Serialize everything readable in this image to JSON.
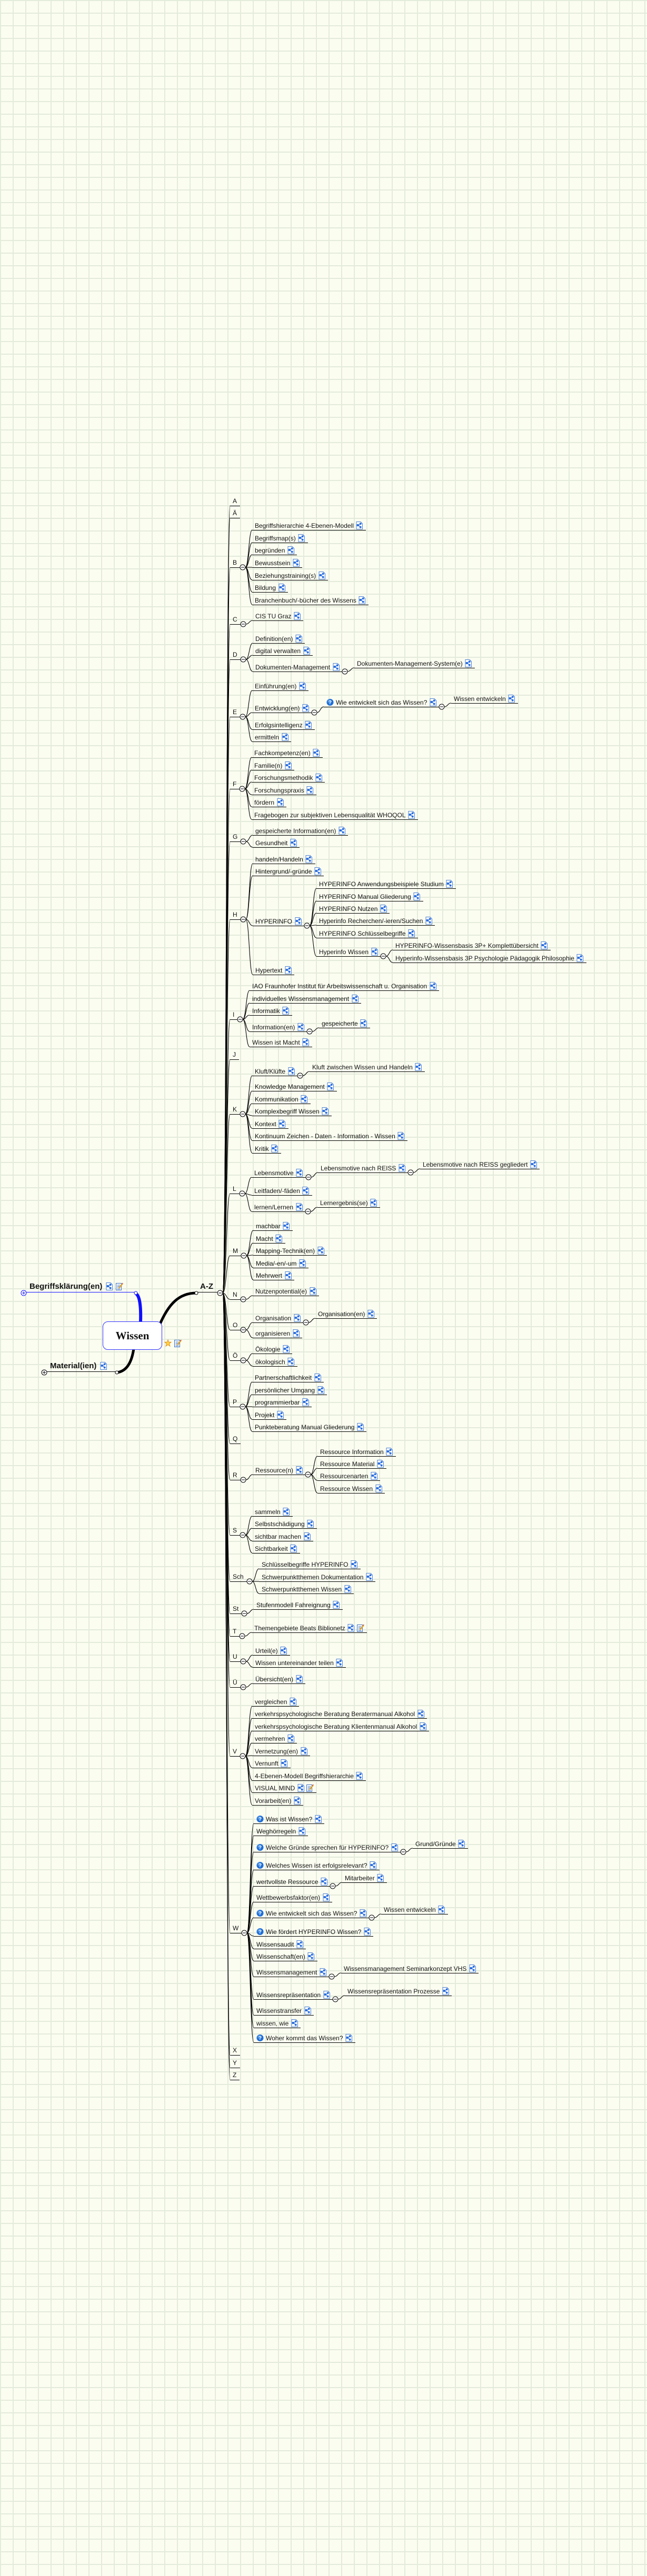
{
  "root": {
    "label": "Wissen",
    "icons": [
      "star-icon",
      "note-icon"
    ]
  },
  "branches": {
    "begriffsklaerung": {
      "label": "Begriffsklärung(en)",
      "icons": [
        "map-link-icon",
        "note-icon"
      ],
      "state": "collapsed"
    },
    "material": {
      "label": "Material(ien)",
      "icons": [
        "map-link-icon"
      ],
      "state": "collapsed"
    },
    "az": {
      "label": "A-Z",
      "state": "expanded"
    }
  },
  "az": [
    {
      "letter": "A",
      "children": []
    },
    {
      "letter": "Ä",
      "children": []
    },
    {
      "letter": "B",
      "children": [
        {
          "label": "Begriffshierarchie 4-Ebenen-Modell"
        },
        {
          "label": "Begriffsmap(s)"
        },
        {
          "label": "begründen"
        },
        {
          "label": "Bewusstsein"
        },
        {
          "label": "Beziehungstraining(s)"
        },
        {
          "label": "Bildung"
        },
        {
          "label": "Branchenbuch/-bücher des Wissens"
        }
      ]
    },
    {
      "letter": "C",
      "children": [
        {
          "label": "CIS TU Graz"
        }
      ]
    },
    {
      "letter": "D",
      "children": [
        {
          "label": "Definition(en)"
        },
        {
          "label": "digital verwalten"
        },
        {
          "label": "Dokumenten-Management",
          "children": [
            {
              "label": "Dokumenten-Management-System(e)"
            }
          ]
        }
      ]
    },
    {
      "letter": "E",
      "children": [
        {
          "label": "Einführung(en)"
        },
        {
          "label": "Entwicklung(en)",
          "children": [
            {
              "label": "Wie entwickelt sich das Wissen?",
              "question": true,
              "children": [
                {
                  "label": "Wissen entwickeln"
                }
              ]
            }
          ]
        },
        {
          "label": "Erfolgsintelligenz"
        },
        {
          "label": "ermitteln"
        }
      ]
    },
    {
      "letter": "F",
      "children": [
        {
          "label": "Fachkompetenz(en)"
        },
        {
          "label": "Familie(n)"
        },
        {
          "label": "Forschungsmethodik"
        },
        {
          "label": "Forschungspraxis"
        },
        {
          "label": "fördern"
        },
        {
          "label": "Fragebogen zur subjektiven Lebensqualität WHOQOL"
        }
      ]
    },
    {
      "letter": "G",
      "children": [
        {
          "label": "gespeicherte Information(en)"
        },
        {
          "label": "Gesundheit"
        }
      ]
    },
    {
      "letter": "H",
      "children": [
        {
          "label": "handeln/Handeln"
        },
        {
          "label": "Hintergrund/-gründe"
        },
        {
          "label": "HYPERINFO",
          "children": [
            {
              "label": "HYPERINFO Anwendungsbeispiele Studium"
            },
            {
              "label": "HYPERINFO Manual Gliederung"
            },
            {
              "label": "HYPERINFO Nutzen"
            },
            {
              "label": "Hyperinfo Recherchen/-ieren/Suchen"
            },
            {
              "label": "HYPERINFO Schlüsselbegriffe"
            },
            {
              "label": "Hyperinfo Wissen",
              "children": [
                {
                  "label": "HYPERINFO-Wissensbasis 3P+ Komplettübersicht"
                },
                {
                  "label": "Hyperinfo-Wissensbasis 3P Psychologie Pädagogik Philosophie"
                }
              ]
            }
          ]
        },
        {
          "label": "Hypertext"
        }
      ]
    },
    {
      "letter": "I",
      "children": [
        {
          "label": "IAO Fraunhofer Institut für Arbeitswissenschaft u. Organisation"
        },
        {
          "label": "individuelles Wissensmanagement"
        },
        {
          "label": "Informatik"
        },
        {
          "label": "Information(en)",
          "children": [
            {
              "label": "gespeicherte"
            }
          ]
        },
        {
          "label": "Wissen ist Macht"
        }
      ]
    },
    {
      "letter": "J",
      "children": []
    },
    {
      "letter": "K",
      "children": [
        {
          "label": "Kluft/Klüfte",
          "children": [
            {
              "label": "Kluft zwischen Wissen und Handeln"
            }
          ]
        },
        {
          "label": "Knowledge Management"
        },
        {
          "label": "Kommunikation"
        },
        {
          "label": "Komplexbegriff Wissen"
        },
        {
          "label": "Kontext"
        },
        {
          "label": "Kontinuum Zeichen - Daten - Information - Wissen"
        },
        {
          "label": "Kritik"
        }
      ]
    },
    {
      "letter": "L",
      "children": [
        {
          "label": "Lebensmotive",
          "children": [
            {
              "label": "Lebensmotive nach REISS",
              "children": [
                {
                  "label": "Lebensmotive nach REISS gegliedert"
                }
              ]
            }
          ]
        },
        {
          "label": "Leitfaden/-fäden"
        },
        {
          "label": "lernen/Lernen",
          "children": [
            {
              "label": "Lernergebnis(se)"
            }
          ]
        }
      ]
    },
    {
      "letter": "M",
      "children": [
        {
          "label": "machbar"
        },
        {
          "label": "Macht"
        },
        {
          "label": "Mapping-Technik(en)"
        },
        {
          "label": "Media/-en/-um"
        },
        {
          "label": "Mehrwert"
        }
      ]
    },
    {
      "letter": "N",
      "children": [
        {
          "label": "Nutzenpotential(e)"
        }
      ]
    },
    {
      "letter": "O",
      "children": [
        {
          "label": "Organisation",
          "children": [
            {
              "label": "Organisation(en)"
            }
          ]
        },
        {
          "label": "organisieren"
        }
      ]
    },
    {
      "letter": "Ö",
      "children": [
        {
          "label": "Ökologie"
        },
        {
          "label": "ökologisch"
        }
      ]
    },
    {
      "letter": "P",
      "children": [
        {
          "label": "Partnerschaftlichkeit"
        },
        {
          "label": "persönlicher Umgang"
        },
        {
          "label": "programmierbar"
        },
        {
          "label": "Projekt"
        },
        {
          "label": "Punkteberatung Manual Gliederung"
        }
      ]
    },
    {
      "letter": "Q",
      "children": []
    },
    {
      "letter": "R",
      "children": [
        {
          "label": "Ressource(n)",
          "children": [
            {
              "label": "Ressource Information"
            },
            {
              "label": "Ressource Material"
            },
            {
              "label": "Ressourcenarten"
            },
            {
              "label": "Ressource Wissen"
            }
          ]
        }
      ]
    },
    {
      "letter": "S",
      "children": [
        {
          "label": "sammeln"
        },
        {
          "label": "Selbstschädigung"
        },
        {
          "label": "sichtbar machen"
        },
        {
          "label": "Sichtbarkeit"
        }
      ]
    },
    {
      "letter": "Sch",
      "children": [
        {
          "label": "Schlüsselbegriffe HYPERINFO"
        },
        {
          "label": "Schwerpunktthemen Dokumentation"
        },
        {
          "label": "Schwerpunktthemen Wissen"
        }
      ]
    },
    {
      "letter": "St",
      "children": [
        {
          "label": "Stufenmodell Fahreignung"
        }
      ]
    },
    {
      "letter": "T",
      "children": [
        {
          "label": "Themengebiete Beats Biblionetz",
          "note": true
        }
      ]
    },
    {
      "letter": "U",
      "children": [
        {
          "label": "Urteil(e)"
        },
        {
          "label": "Wissen untereinander teilen"
        }
      ]
    },
    {
      "letter": "Ü",
      "children": [
        {
          "label": "Übersicht(en)"
        }
      ]
    },
    {
      "letter": "V",
      "children": [
        {
          "label": "vergleichen"
        },
        {
          "label": "verkehrspsychologische Beratung Beratermanual Alkohol"
        },
        {
          "label": "verkehrspsychologische Beratung Klientenmanual Alkohol"
        },
        {
          "label": "vermehren"
        },
        {
          "label": "Vernetzung(en)"
        },
        {
          "label": "Vernunft"
        },
        {
          "label": "4-Ebenen-Modell Begriffshierarchie"
        },
        {
          "label": "VISUAL MIND",
          "note": true
        },
        {
          "label": "Vorarbeit(en)"
        }
      ]
    },
    {
      "letter": "W",
      "children": [
        {
          "label": "Was ist Wissen?",
          "question": true
        },
        {
          "label": "Weghörregeln"
        },
        {
          "label": "Welche Gründe sprechen für HYPERINFO?",
          "question": true,
          "children": [
            {
              "label": "Grund/Gründe"
            }
          ]
        },
        {
          "label": "Welches Wissen ist erfolgsrelevant?",
          "question": true
        },
        {
          "label": "wertvollste Ressource",
          "children": [
            {
              "label": "Mitarbeiter"
            }
          ]
        },
        {
          "label": "Wettbewerbsfaktor(en)"
        },
        {
          "label": "Wie entwickelt sich das Wissen?",
          "question": true,
          "children": [
            {
              "label": "Wissen entwickeln"
            }
          ]
        },
        {
          "label": "Wie fördert HYPERINFO Wissen?",
          "question": true
        },
        {
          "label": "Wissensaudit"
        },
        {
          "label": "Wissenschaft(en)"
        },
        {
          "label": "Wissensmanagement",
          "children": [
            {
              "label": "Wissensmanagement Seminarkonzept VHS"
            }
          ]
        },
        {
          "label": "Wissensrepräsentation",
          "children": [
            {
              "label": "Wissensrepräsentation Prozesse"
            }
          ]
        },
        {
          "label": "Wissenstransfer"
        },
        {
          "label": "wissen, wie"
        },
        {
          "label": "Woher kommt das Wissen?",
          "question": true
        }
      ]
    },
    {
      "letter": "X",
      "children": []
    },
    {
      "letter": "Y",
      "children": []
    },
    {
      "letter": "Z",
      "children": []
    }
  ]
}
